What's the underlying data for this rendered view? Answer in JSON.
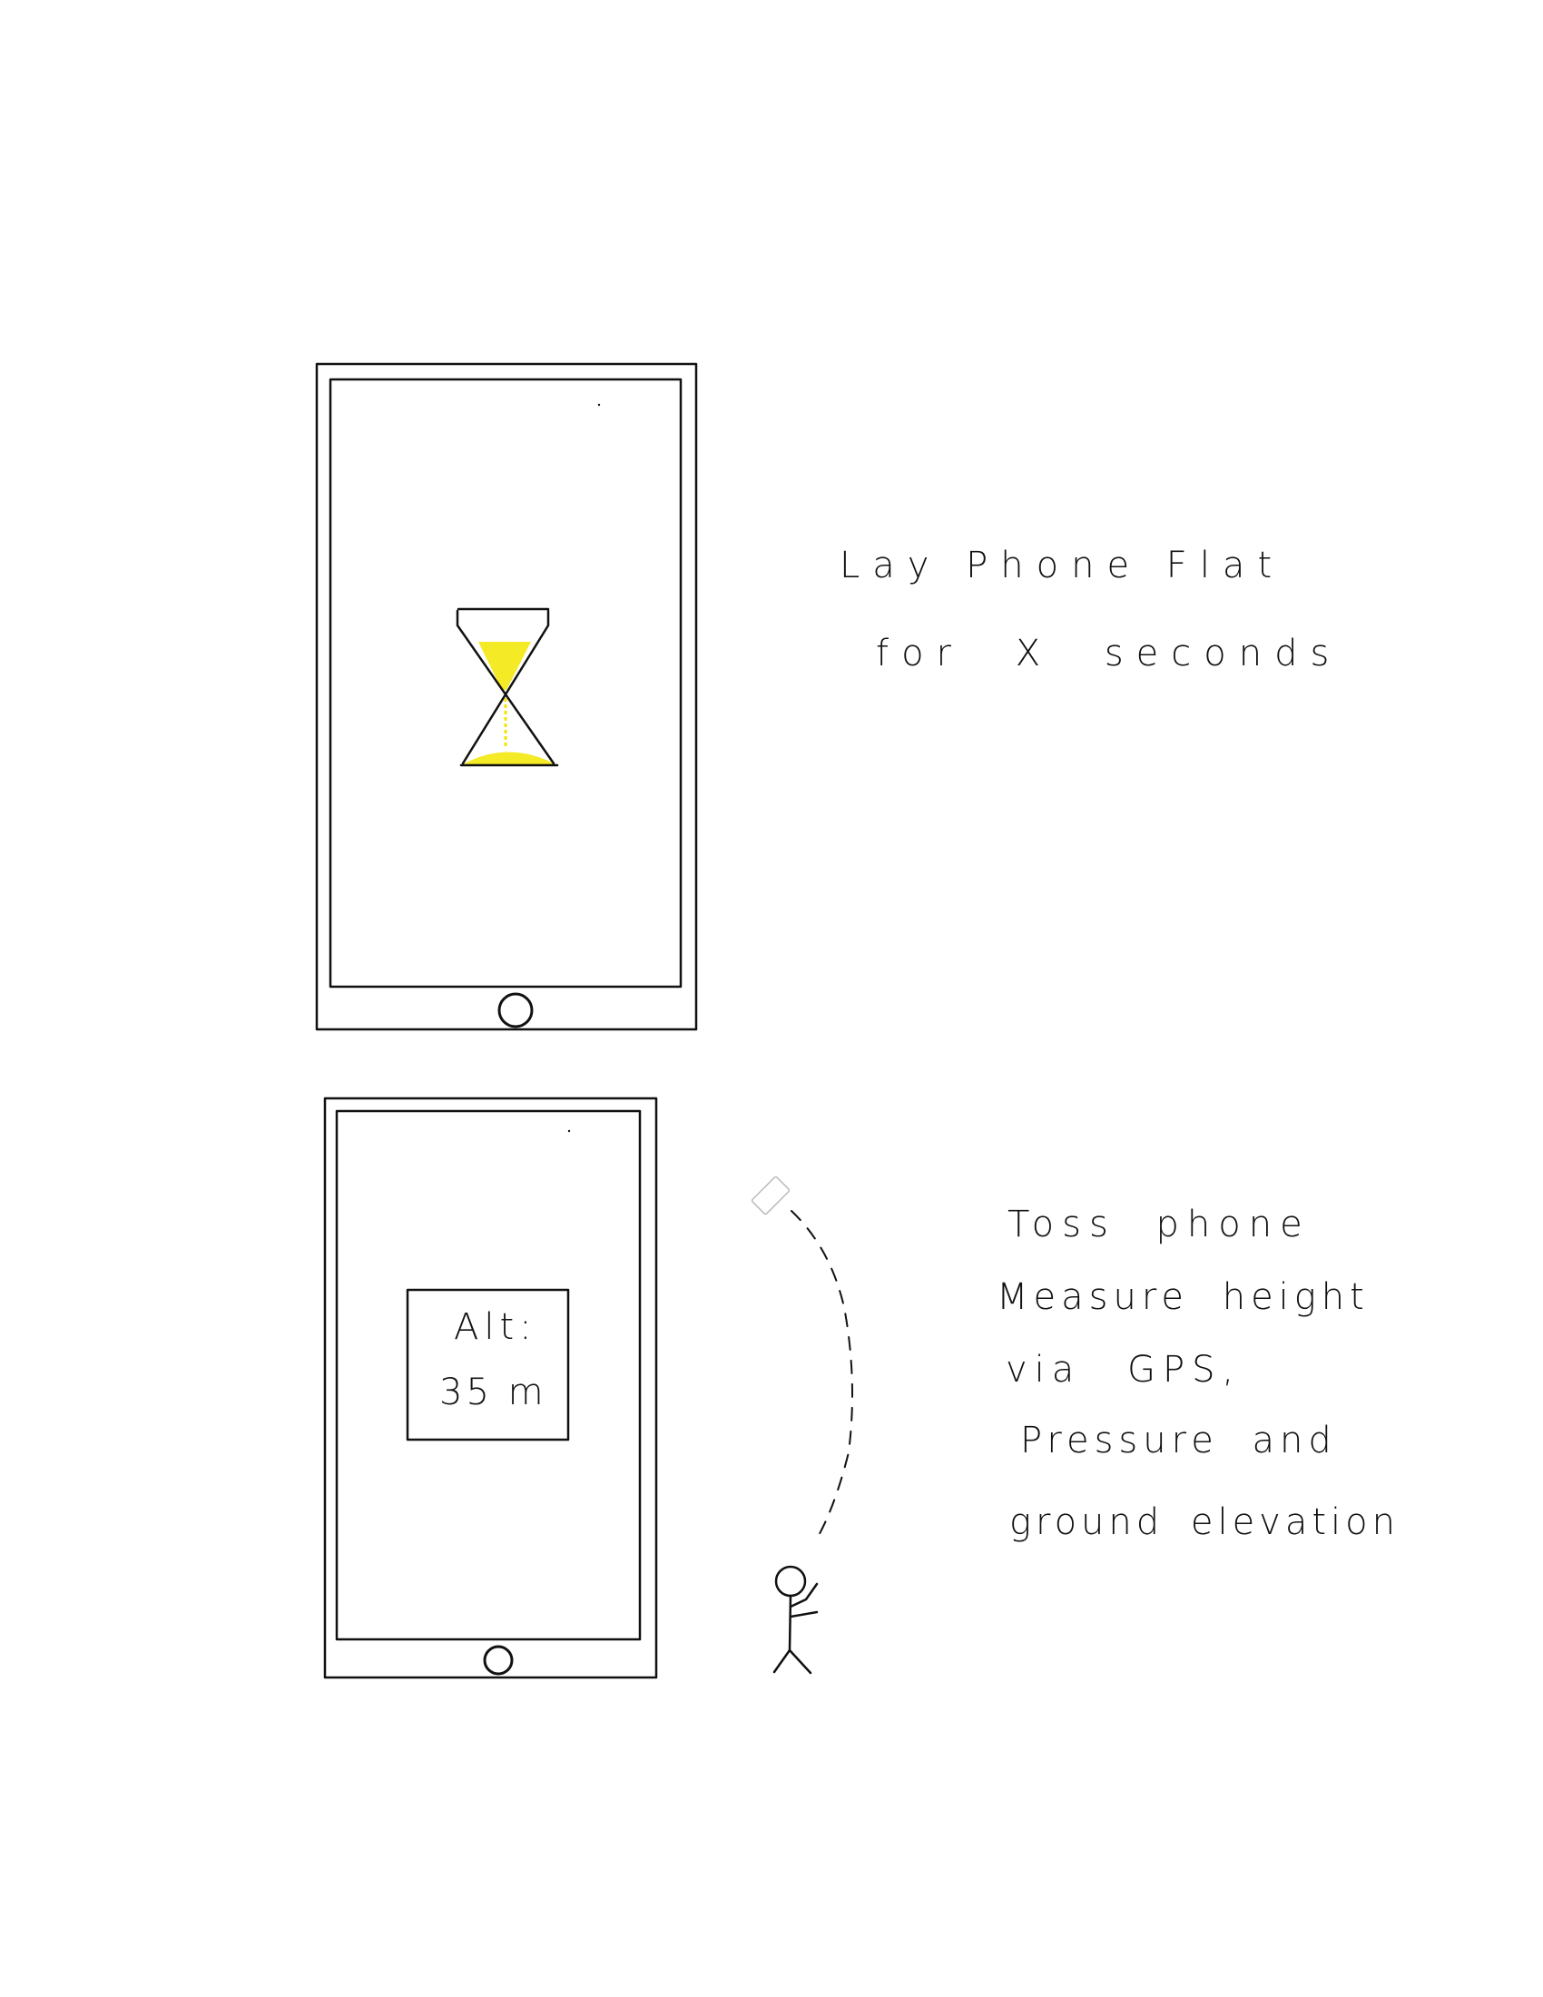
{
  "colors": {
    "ink": "#111111",
    "sand": "#f2e600",
    "paper": "#ffffff"
  },
  "phone_top": {
    "instruction": {
      "line1": "Lay Phone Flat",
      "line2": "for X seconds"
    },
    "screen_icon": "hourglass-icon"
  },
  "phone_bottom": {
    "altitude_box": {
      "label": "Alt:",
      "value": "35 m"
    },
    "instruction": {
      "line1": "Toss phone",
      "line2": "Measure height",
      "line3": "via GPS,",
      "line4": "Pressure and",
      "line5": "ground elevation"
    }
  },
  "illustration": {
    "figure_icon": "stick-figure-icon",
    "thrown_phone_icon": "tossed-phone-icon"
  }
}
